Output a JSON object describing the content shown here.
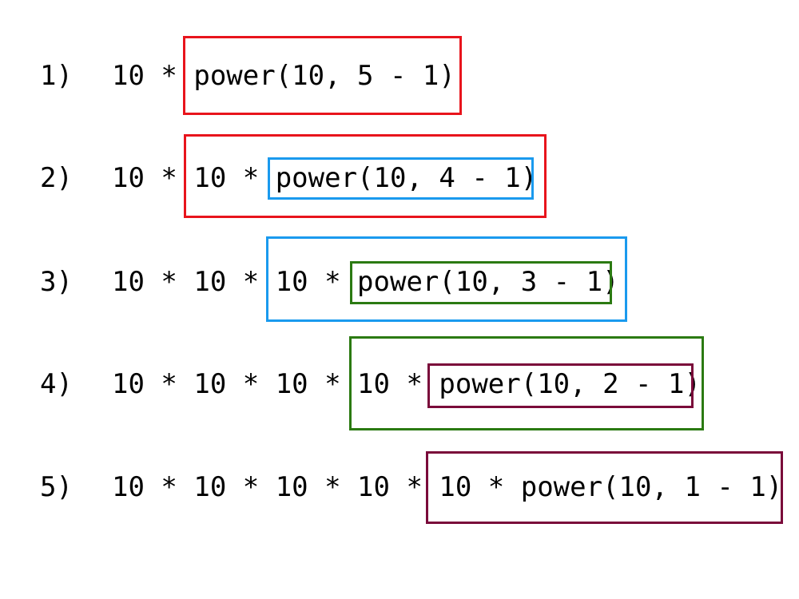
{
  "colors": {
    "red": "#e8141c",
    "blue": "#1a9aee",
    "green": "#2b7a12",
    "maroon": "#7a0a3a"
  },
  "rows": [
    {
      "label": "1)",
      "text": "10 * power(10, 5 - 1)"
    },
    {
      "label": "2)",
      "text": "10 * 10 * power(10, 4 - 1)"
    },
    {
      "label": "3)",
      "text": "10 * 10 * 10 * power(10, 3 - 1)"
    },
    {
      "label": "4)",
      "text": "10 * 10 * 10 * 10 * power(10, 2 - 1)"
    },
    {
      "label": "5)",
      "text": "10 * 10 * 10 * 10 * 10 * power(10, 1 - 1)"
    }
  ]
}
